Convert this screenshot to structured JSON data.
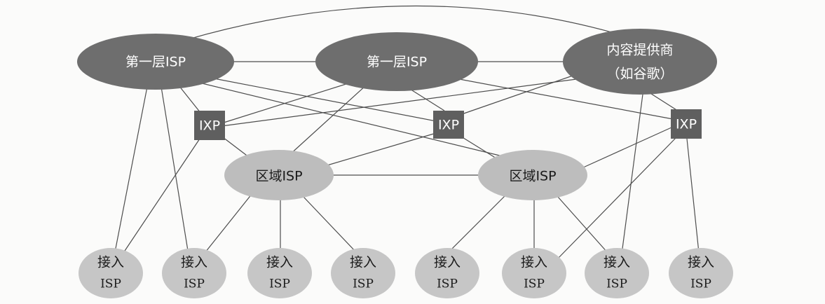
{
  "colors": {
    "tier1": "#6e6e6e",
    "ixp": "#5f5f5f",
    "regional": "#bdbdbd",
    "access": "#c6c6c6",
    "link": "#4d4d4d"
  },
  "tier1_isps": [
    {
      "label": "第一层ISP"
    },
    {
      "label": "第一层ISP"
    }
  ],
  "content_provider": {
    "line1": "内容提供商",
    "line2": "（如谷歌）"
  },
  "ixps": [
    {
      "label": "IXP"
    },
    {
      "label": "IXP"
    },
    {
      "label": "IXP"
    }
  ],
  "regional_isps": [
    {
      "label": "区域ISP"
    },
    {
      "label": "区域ISP"
    }
  ],
  "access_isps": [
    {
      "line1": "接入",
      "line2": "ISP"
    },
    {
      "line1": "接入",
      "line2": "ISP"
    },
    {
      "line1": "接入",
      "line2": "ISP"
    },
    {
      "line1": "接入",
      "line2": "ISP"
    },
    {
      "line1": "接入",
      "line2": "ISP"
    },
    {
      "line1": "接入",
      "line2": "ISP"
    },
    {
      "line1": "接入",
      "line2": "ISP"
    },
    {
      "line1": "接入",
      "line2": "ISP"
    }
  ]
}
